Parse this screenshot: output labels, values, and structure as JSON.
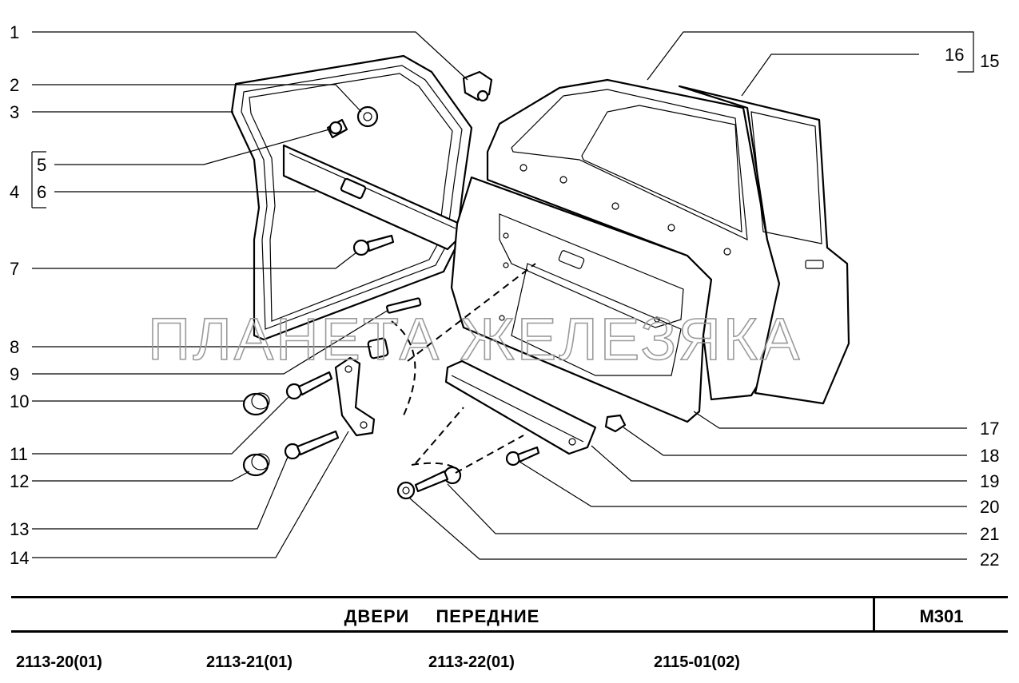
{
  "callouts": [
    "1",
    "2",
    "3",
    "4",
    "5",
    "6",
    "7",
    "8",
    "9",
    "10",
    "11",
    "12",
    "13",
    "14",
    "15",
    "16",
    "17",
    "18",
    "19",
    "20",
    "21",
    "22"
  ],
  "watermark": "ПЛАНЕТА ЖЕЛЕЗЯКА",
  "title": "ДВЕРИ ПЕРЕДНИЕ",
  "sheet_code": "М301",
  "models": [
    "2113-20(01)",
    "2113-21(01)",
    "2113-22(01)",
    "2115-01(02)"
  ]
}
